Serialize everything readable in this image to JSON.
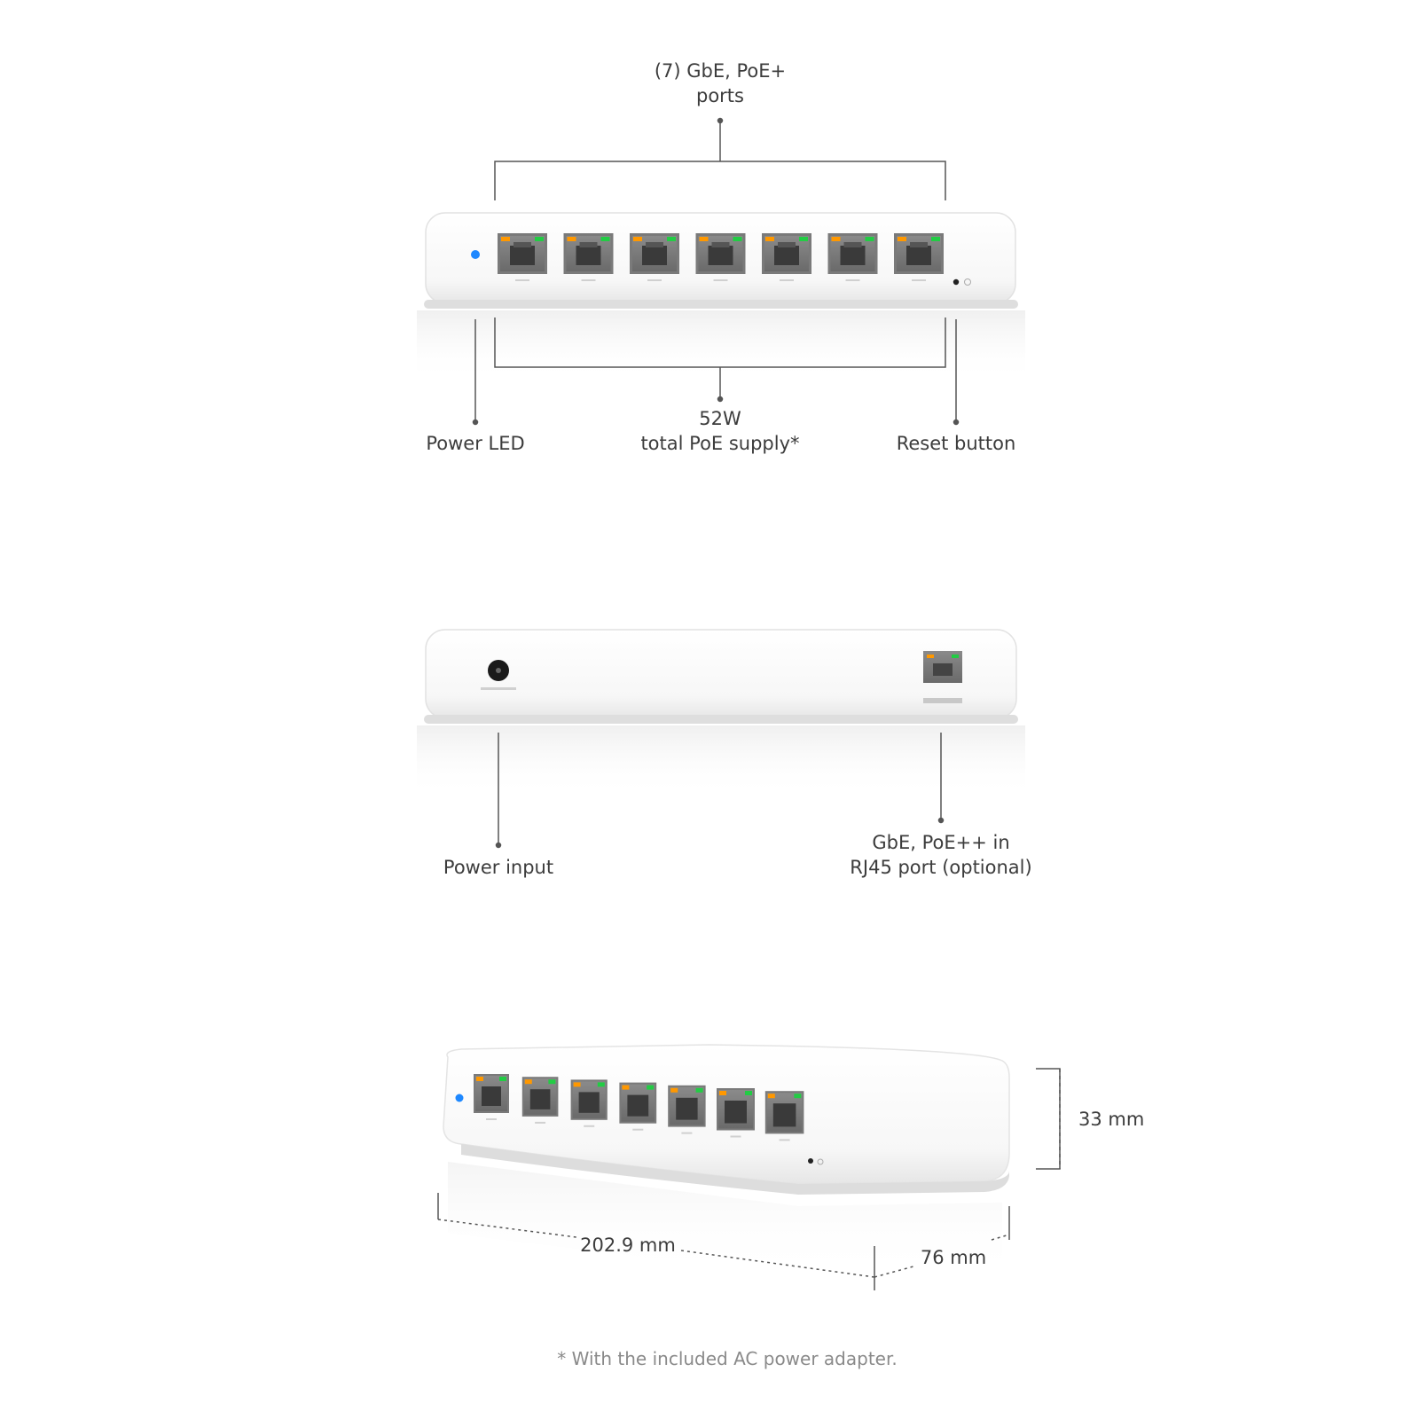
{
  "views": {
    "front": {
      "top_label_line1": "(7) GbE, PoE+",
      "top_label_line2": "ports",
      "power_led": "Power LED",
      "poe_supply_line1": "52W",
      "poe_supply_line2": "total PoE supply*",
      "reset_button": "Reset button",
      "port_count": 7
    },
    "back": {
      "power_input": "Power input",
      "uplink_line1": "GbE, PoE++ in",
      "uplink_line2": "RJ45 port (optional)"
    },
    "dimensions": {
      "height": "33 mm",
      "width": "202.9 mm",
      "depth": "76 mm"
    }
  },
  "footnote": "* With the included AC power adapter.",
  "colors": {
    "body": "#ffffff",
    "led_blue": "#1e88ff",
    "port_led_amber": "#ff9800",
    "port_led_green": "#22cc44",
    "leader_line": "#555555"
  }
}
